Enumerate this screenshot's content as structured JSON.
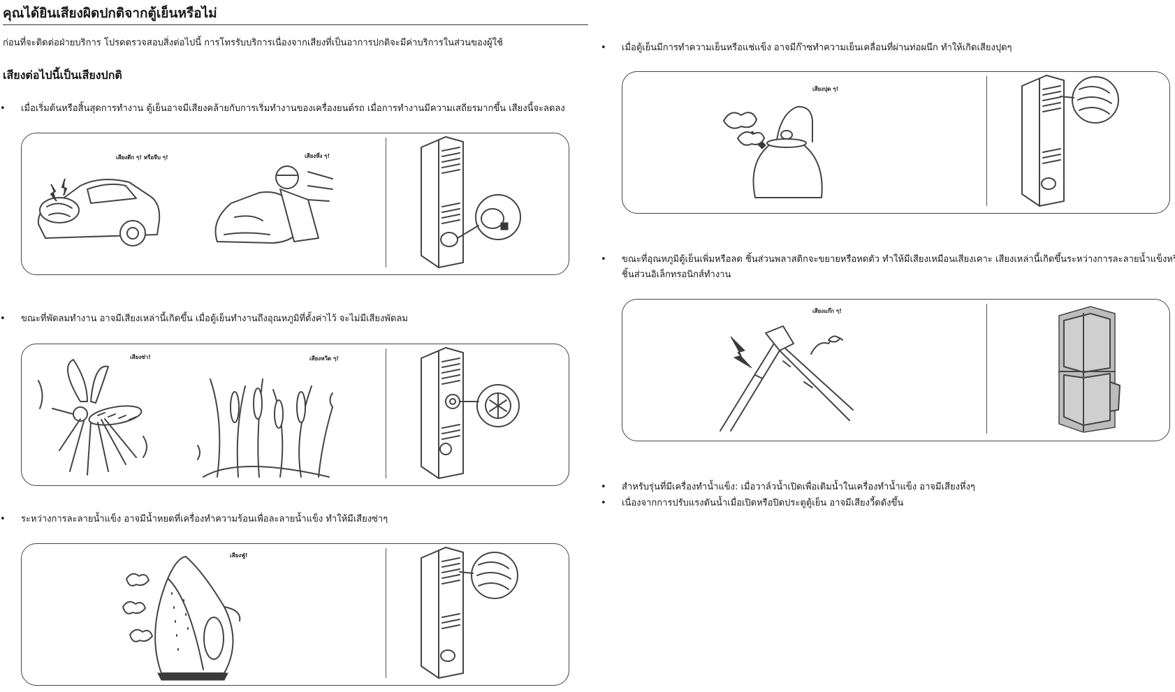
{
  "page": {
    "title": "คุณได้ยินเสียงผิดปกติจากตู้เย็นหรือไม่",
    "intro": "ก่อนที่จะติดต่อฝ่ายบริการ โปรดตรวจสอบสิ่งต่อไปนี้ การโทรรับบริการเนื่องจากเสียงที่เป็นอาการปกติจะมีค่าบริการในส่วนของผู้ใช้",
    "subheading": "เสียงต่อไปนี้เป็นเสียงปกติ"
  },
  "left": {
    "bullet1": "เมื่อเริ่มต้นหรือสิ้นสุดการทำงาน ตู้เย็นอาจมีเสียงคล้ายกับการเริ่มทำงานของเครื่องยนต์รถ เมื่อการทำงานมีความเสถียรมากขึ้น เสียงนี้จะลดลง",
    "panel1_sound_a": "เสียงดึก ๆ! หรือจึบ ๆ!",
    "panel1_sound_b": "เสียงหึ่ง ๆ!",
    "bullet2": "ขณะที่พัดลมทำงาน อาจมีเสียงเหล่านี้เกิดขึ้น เมื่อตู้เย็นทำงานถึงอุณหภูมิที่ตั้งค่าไว้ จะไม่มีเสียงพัดลม",
    "panel2_sound_a": "เสียงซ่า!",
    "panel2_sound_b": "เสียงหวีด ๆ!",
    "bullet3": "ระหว่างการละลายน้ำแข็ง อาจมีน้ำหยดที่เครื่องทำความร้อนเพื่อละลายน้ำแข็ง ทำให้มีเสียงซ่าๆ",
    "panel3_sound": "เสียงฟู่!"
  },
  "right": {
    "bullet1": "เมื่อตู้เย็นมีการทำความเย็นหรือแช่แข็ง อาจมีก๊าซทำความเย็นเคลื่อนที่ผ่านท่อผนึก ทำให้เกิดเสียงปุดๆ",
    "panel1_sound": "เสียงปุด ๆ!",
    "bullet2_line1": "ขณะที่อุณหภูมิตู้เย็นเพิ่มหรือลด ชิ้นส่วนพลาสติกจะขยายหรือหดตัว ทำให้มีเสียงเหมือนเสียงเคาะ เสียงเหล่านี้เกิดขึ้นระหว่างการละลายน้ำแข็งหรือเมื่อ",
    "bullet2_line2": "ชิ้นส่วนอิเล็กทรอนิกส์ทำงาน",
    "panel2_sound": "เสียงแก๊ก ๆ!",
    "bullet3": "สำหรับรุ่นที่มีเครื่องทำน้ำแข็ง: เมื่อวาล์วน้ำเปิดเพื่อเติมน้ำในเครื่องทำน้ำแข็ง อาจมีเสียงหึ่งๆ",
    "bullet4": "เนื่องจากการปรับแรงดันน้ำเมื่อเปิดหรือปิดประตูตู้เย็น อาจมีเสียงวี้ดดังขึ้น"
  },
  "icons": {
    "bullet": "•",
    "illustrations": [
      "car-engine-icon",
      "motorcycle-icon",
      "fridge-compressor-icon",
      "mosquito-icon",
      "reeds-icon",
      "fridge-fan-icon",
      "steam-iron-icon",
      "fridge-heater-icon",
      "kettle-icon",
      "fridge-coil-icon",
      "cracking-branch-icon",
      "fridge-interior-icon"
    ]
  }
}
